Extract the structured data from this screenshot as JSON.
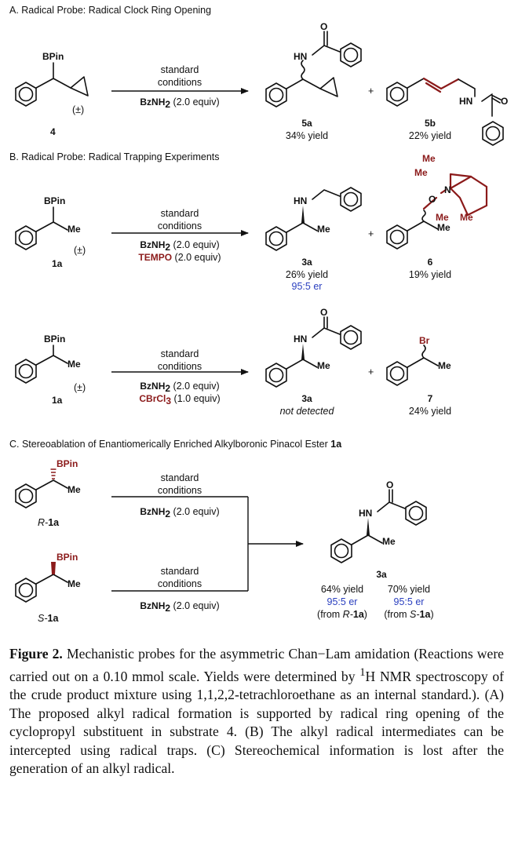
{
  "sections": {
    "a_title": "A. Radical Probe: Radical Clock Ring Opening",
    "b_title": "B. Radical Probe: Radical Trapping Experiments",
    "c_title": "C. Stereoablation of Enantiomerically Enriched Alkylboronic Pinacol Ester ",
    "c_title_bold": "1a"
  },
  "labels": {
    "bpin": "BPin",
    "me": "Me",
    "hn": "HN",
    "o": "O",
    "n": "N",
    "br": "Br",
    "racemic": "(±)",
    "plus": "+",
    "standard": "standard",
    "conditions": "conditions",
    "bznh2": "BzNH",
    "sub2": "2",
    "sub3": "3",
    "equiv20": " (2.0 equiv)",
    "equiv10": " (1.0 equiv)",
    "tempo": "TEMPO",
    "cbrcl": "CBrCl"
  },
  "compounds": {
    "c4": "4",
    "c5a": "5a",
    "c5b": "5b",
    "c1a": "1a",
    "c3a": "3a",
    "c6": "6",
    "c7": "7",
    "r_prefix": "R-",
    "s_prefix": "S-"
  },
  "yields": {
    "y5a": "34% yield",
    "y5b": "22% yield",
    "y3a_b": "26% yield",
    "er_b": "95:5 er",
    "y6": "19% yield",
    "nd": "not detected",
    "y7": "24% yield",
    "y3a_r": "64% yield",
    "y3a_s": "70% yield",
    "er_r": "95:5 er",
    "er_s": "95:5 er",
    "from_open": "(from ",
    "from_r": "R-",
    "from_s": "S-",
    "from_cmp": "1a",
    "from_close": ")"
  },
  "caption": {
    "label": "Figure 2.",
    "t1": " Mechanistic probes for the asymmetric Chan−Lam amidation (Reactions were carried out on a 0.10 mmol scale. Yields were determined by ",
    "sup": "1",
    "t2": "H NMR spectroscopy of the crude product mixture using 1,1,2,2-tetrachloroethane as an internal standard.). (A) The proposed alkyl radical formation is supported by radical ring opening of the cyclopropyl substituent in substrate ",
    "bold4": "4",
    "t3": ". (B) The alkyl radical intermediates can be intercepted using radical traps. (C) Stereochemical information is lost after the generation of an alkyl radical."
  }
}
